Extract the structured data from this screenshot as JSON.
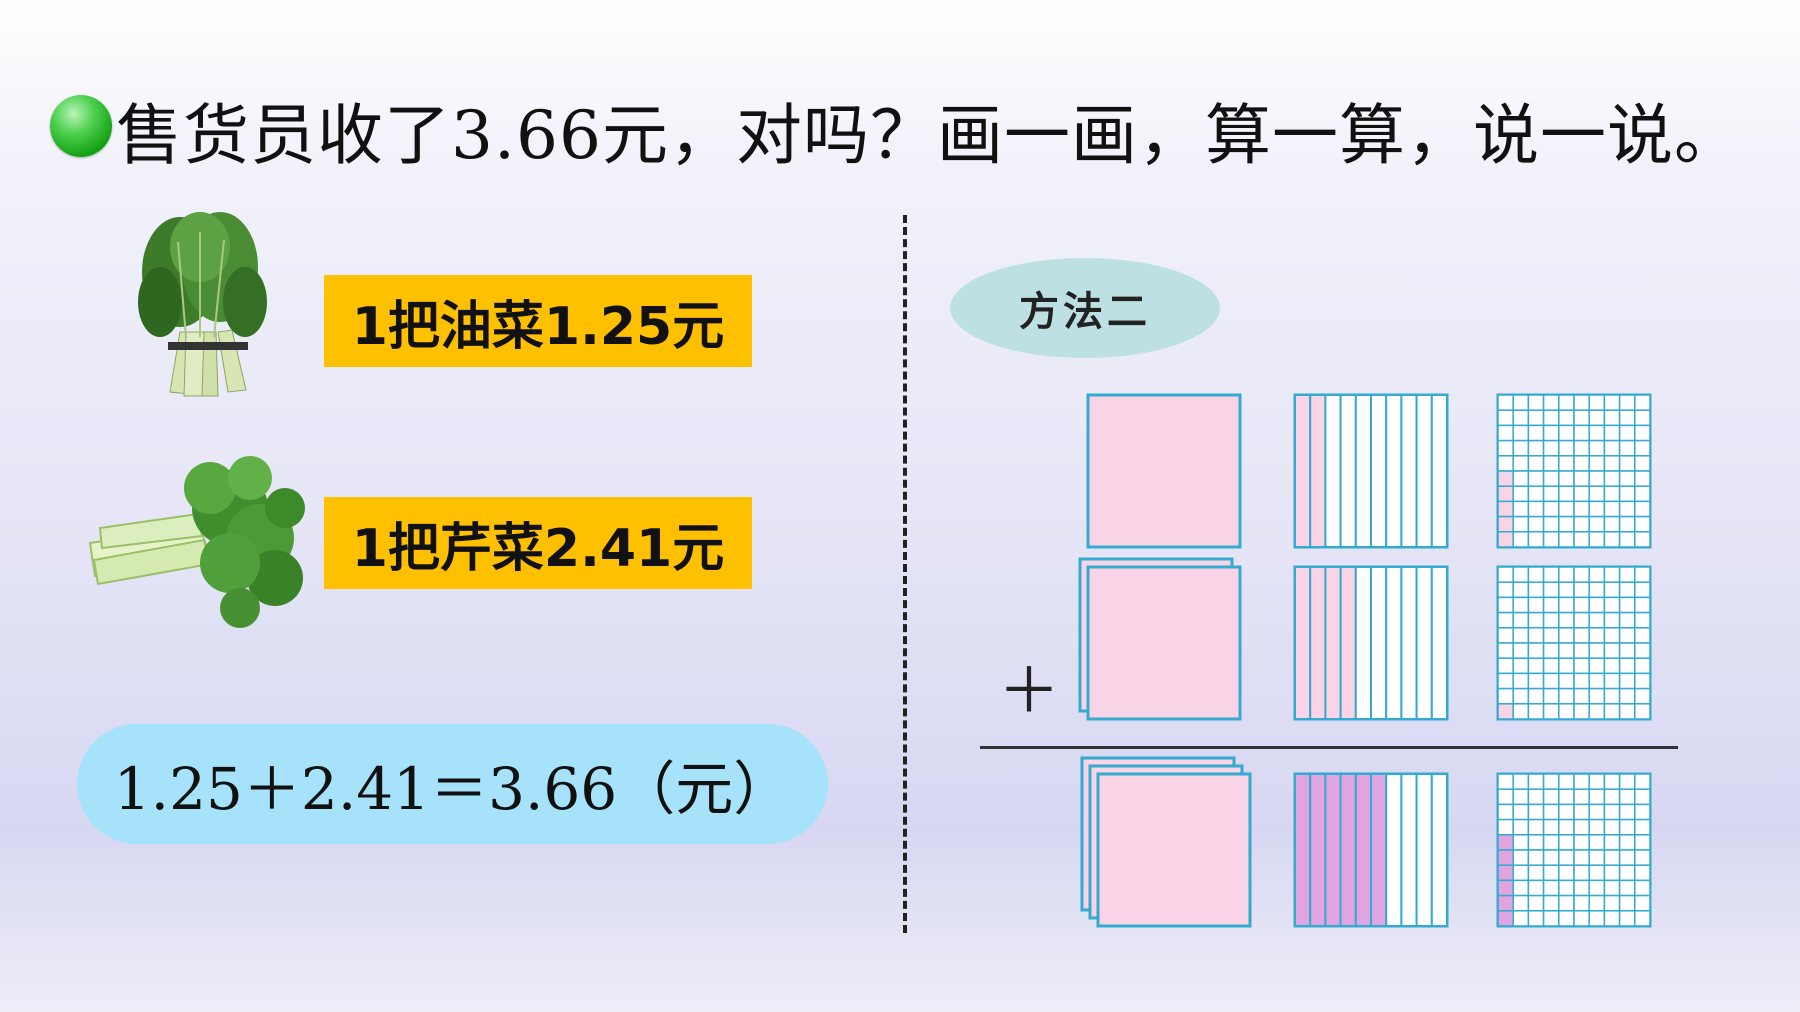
{
  "title": "售货员收了3.66元，对吗？画一画，算一算，说一说。",
  "items": [
    {
      "label": "1把油菜1.25元",
      "image": "bok-choy-bundle"
    },
    {
      "label": "1把芹菜2.41元",
      "image": "celery-bundle"
    }
  ],
  "equation": "1.25＋2.41＝3.66（元）",
  "method_label": "方法二",
  "plus_sign": "＋",
  "colors": {
    "bullet": "#22b022",
    "price_bg": "#ffc000",
    "equation_bg": "#a6e3fb",
    "method_bg": "#bde1e3",
    "block_fill": "#f9d4e6",
    "block_stroke": "#33aacf",
    "highlight_fill": "#e0a5e0"
  },
  "base_ten_model": {
    "rows": [
      {
        "name": "1.25",
        "ones": 1,
        "tenths": 2,
        "hundredths": 5
      },
      {
        "name": "2.41",
        "ones": 2,
        "tenths": 4,
        "hundredths": 1
      },
      {
        "name": "3.66",
        "ones": 3,
        "tenths": 6,
        "hundredths": 6
      }
    ]
  }
}
